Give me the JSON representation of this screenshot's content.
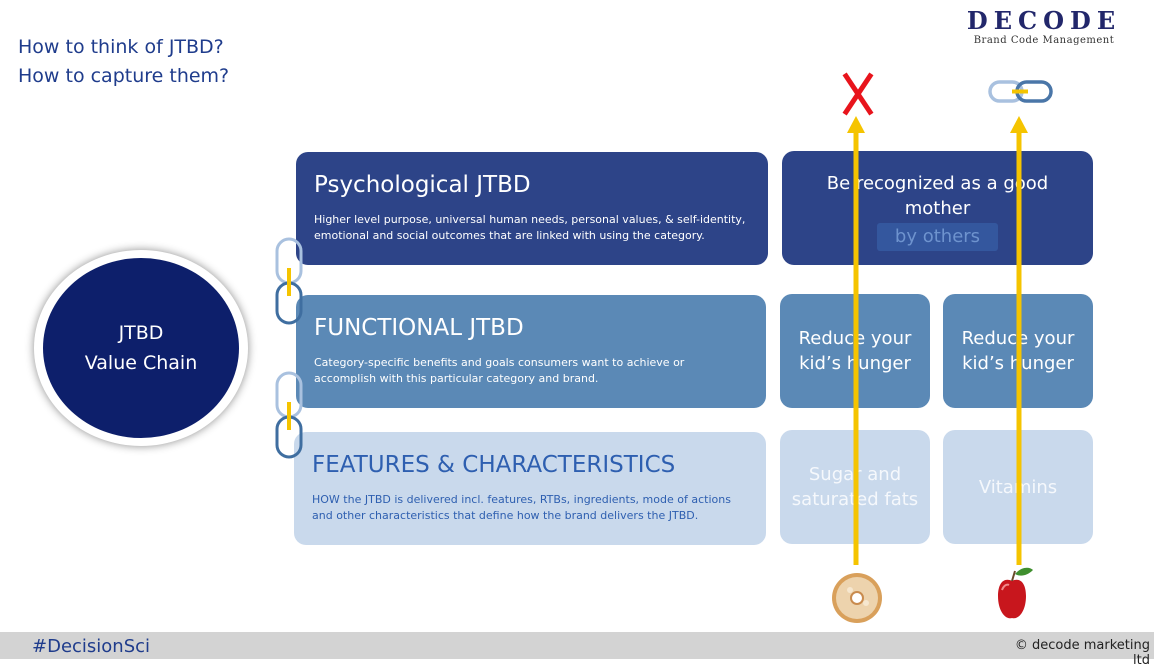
{
  "heading": {
    "line1": "How to think of JTBD?",
    "line2": "How to capture them?"
  },
  "logo": {
    "name": "DECODE",
    "tagline": "Brand Code Management"
  },
  "center_circle": {
    "line1": "JTBD",
    "line2": "Value Chain"
  },
  "levels": [
    {
      "title": "Psychological JTBD",
      "description": "Higher level purpose, universal human needs, personal values, & self-identity, emotional and social outcomes that are linked with using the category."
    },
    {
      "title": "FUNCTIONAL JTBD",
      "description": "Category-specific benefits and goals consumers want to achieve or accomplish with this particular category and brand."
    },
    {
      "title": "FEATURES & CHARACTERISTICS",
      "description": "HOW the JTBD is delivered incl. features, RTBs, ingredients, mode of actions and other characteristics that define how the brand delivers the JTBD."
    }
  ],
  "examples": {
    "psychological": {
      "main": "Be recognized as a good mother",
      "highlight": "by others"
    },
    "functional": {
      "donut": "Reduce your kid’s hunger",
      "apple": "Reduce your kid’s hunger"
    },
    "features": {
      "donut": "Sugar and saturated fats",
      "apple": "Vitamins"
    }
  },
  "icons": [
    "x-mark-icon",
    "chain-link-icon",
    "donut-icon",
    "apple-icon"
  ],
  "colors": {
    "dark_blue": "#2d4488",
    "mid_blue": "#5b89b6",
    "light_blue": "#c9d9ec",
    "navy": "#0d1f6b",
    "arrow_yellow": "#f5c400",
    "cross_red": "#e8141c"
  },
  "footer": {
    "hashtag": "#DecisionSci",
    "copyright": "© decode marketing ltd"
  }
}
